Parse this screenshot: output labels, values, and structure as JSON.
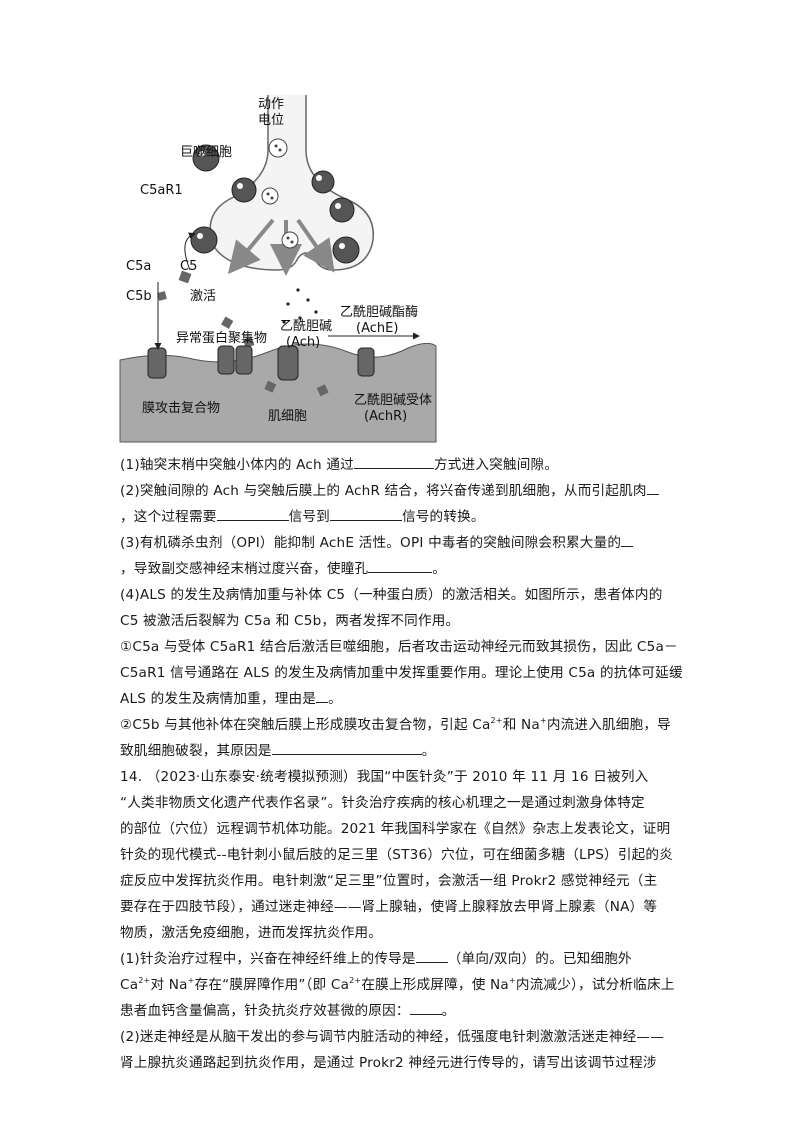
{
  "figure": {
    "labels": {
      "action_potential_1": "动作",
      "action_potential_2": "电位",
      "macrophage": "巨噬细胞",
      "c5ar1": "C5aR1",
      "c5a": "C5a",
      "c5": "C5",
      "c5b": "C5b",
      "activation": "激活",
      "abnormal_protein": "异常蛋白聚集物",
      "ach_1": "乙酰胆碱",
      "ach_2": "(Ach)",
      "ache_1": "乙酰胆碱酯酶",
      "ache_2": "(AchE)",
      "mac": "膜攻击复合物",
      "muscle": "肌细胞",
      "achr_1": "乙酰胆碱受体",
      "achr_2": "(AchR)"
    }
  },
  "lines": {
    "l1a": "(1)轴突末梢中突触小体内的 Ach 通过",
    "l1b": "方式进入突触间隙。",
    "l2a": "(2)突触间隙的 Ach 与突触后膜上的 AchR 结合，将兴奋传递到肌细胞，从而引起肌肉",
    "l3a": "，这个过程需要",
    "l3b": "信号到",
    "l3c": "信号的转换。",
    "l4a": "(3)有机磷杀虫剂（OPI）能抑制 AchE 活性。OPI 中毒者的突触间隙会积累大量的",
    "l5a": "，导致副交感神经末梢过度兴奋，使瞳孔",
    "l5b": "。",
    "l6": "(4)ALS 的发生及病情加重与补体 C5（一种蛋白质）的激活相关。如图所示，患者体内的",
    "l7": "C5 被激活后裂解为 C5a 和 C5b，两者发挥不同作用。",
    "l8": "①C5a 与受体 C5aR1 结合后激活巨噬细胞，后者攻击运动神经元而致其损伤，因此 C5a－",
    "l9": "C5aR1 信号通路在 ALS 的发生及病情加重中发挥重要作用。理论上使用 C5a 的抗体可延缓",
    "l10a": "ALS 的发生及病情加重，理由是",
    "l10b": "。",
    "l11a": "②C5b 与其他补体在突触后膜上形成膜攻击复合物，引起 Ca",
    "l11sup1": "2+",
    "l11b": "和 Na",
    "l11sup2": "+",
    "l11c": "内流进入肌细胞，导",
    "l12a": "致肌细胞破裂，其原因是",
    "l12b": "。",
    "l13": "14. （2023·山东泰安·统考模拟预测）我国“中医针灸”于 2010 年 11 月 16 日被列入",
    "l14": "“人类非物质文化遗产代表作名录”。针灸治疗疾病的核心机理之一是通过刺激身体特定",
    "l15": "的部位（穴位）远程调节机体功能。2021 年我国科学家在《自然》杂志上发表论文，证明",
    "l16": "针灸的现代模式--电针刺小鼠后肢的足三里（ST36）穴位，可在细菌多糖（LPS）引起的炎",
    "l17": "症反应中发挥抗炎作用。电针刺激“足三里”位置时，会激活一组 Prokr2 感觉神经元（主",
    "l18": "要存在于四肢节段），通过迷走神经——肾上腺轴，使肾上腺释放去甲肾上腺素（NA）等",
    "l19": "物质，激活免疫细胞，进而发挥抗炎作用。",
    "l20a": "(1)针灸治疗过程中，兴奋在神经纤维上的传导是",
    "l20b": "（单向/双向）的。已知细胞外",
    "l21a": "Ca",
    "l21sup1": "2+",
    "l21b": "对 Na",
    "l21sup2": "+",
    "l21c": "存在“膜屏障作用”（即 Ca",
    "l21sup3": "2+",
    "l21d": "在膜上形成屏障，使 Na",
    "l21sup4": "+",
    "l21e": "内流减少），试分析临床上",
    "l22a": "患者血钙含量偏高，针灸抗炎疗效甚微的原因：",
    "l22b": "。",
    "l23": "(2)迷走神经是从脑干发出的参与调节内脏活动的神经，低强度电针刺激激活迷走神经——",
    "l24": "肾上腺抗炎通路起到抗炎作用，是通过 Prokr2  神经元进行传导的，请写出该调节过程涉"
  }
}
